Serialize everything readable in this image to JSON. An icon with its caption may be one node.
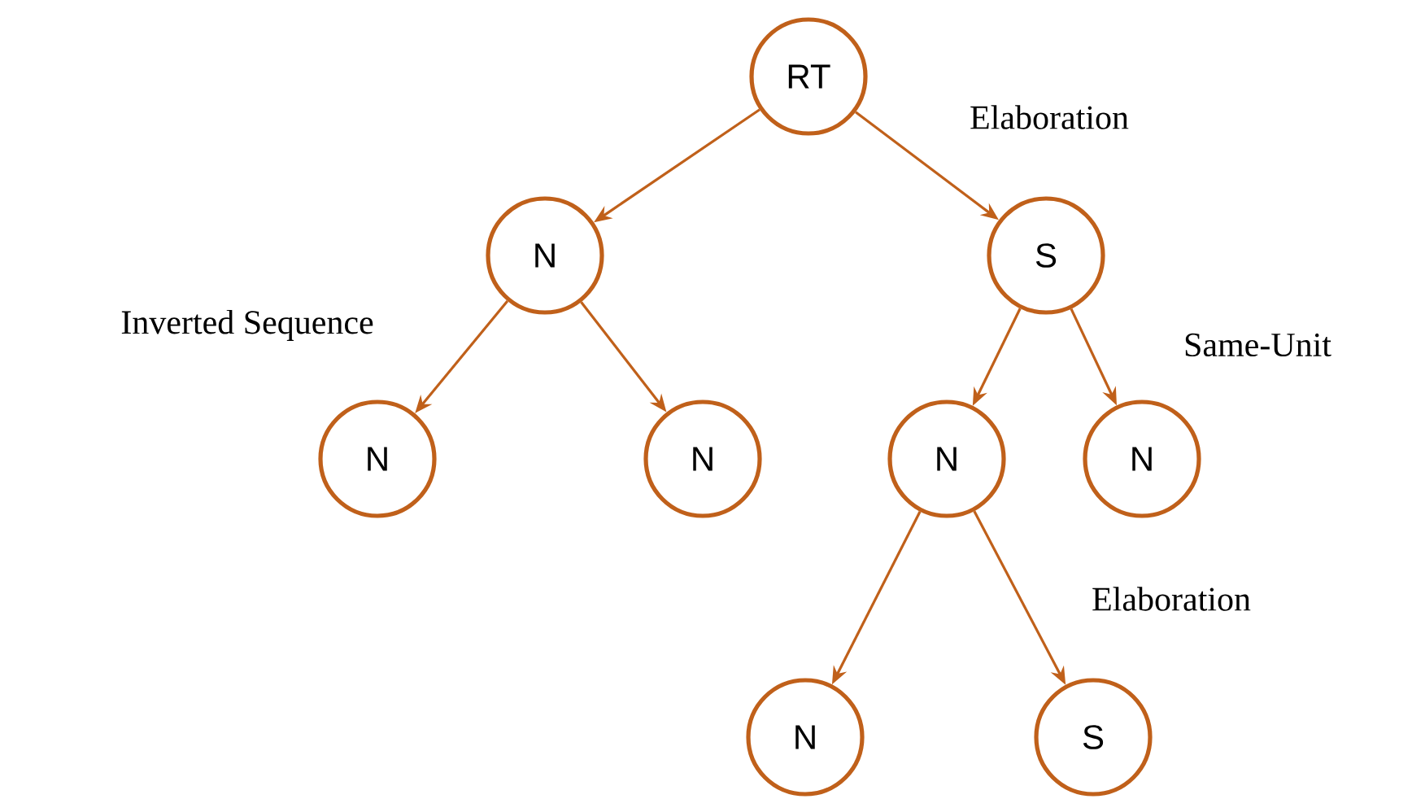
{
  "diagram": {
    "nodes": [
      {
        "text": [
          "RT"
        ]
      },
      {
        "text": [
          "N"
        ]
      },
      {
        "text": [
          "S"
        ]
      },
      {
        "text": [
          "N"
        ]
      },
      {
        "text": [
          "N"
        ]
      },
      {
        "text": [
          "N"
        ]
      },
      {
        "text": [
          "N"
        ]
      },
      {
        "text": [
          "N"
        ]
      },
      {
        "text": [
          "S"
        ]
      }
    ],
    "edges": [
      {
        "from": 0,
        "to": 1,
        "arrow": "to"
      },
      {
        "from": 0,
        "to": 2,
        "arrow": "to"
      },
      {
        "from": 1,
        "to": 3,
        "arrow": "to"
      },
      {
        "from": 1,
        "to": 4,
        "arrow": "to"
      },
      {
        "from": 2,
        "to": 5,
        "arrow": "to"
      },
      {
        "from": 2,
        "to": 6,
        "arrow": "to"
      },
      {
        "from": 5,
        "to": 7,
        "arrow": "to"
      },
      {
        "from": 5,
        "to": 8,
        "arrow": "to"
      }
    ],
    "labels": [
      "Elaboration",
      "Inverted Sequence",
      "Same-Unit",
      "Elaboration"
    ]
  }
}
